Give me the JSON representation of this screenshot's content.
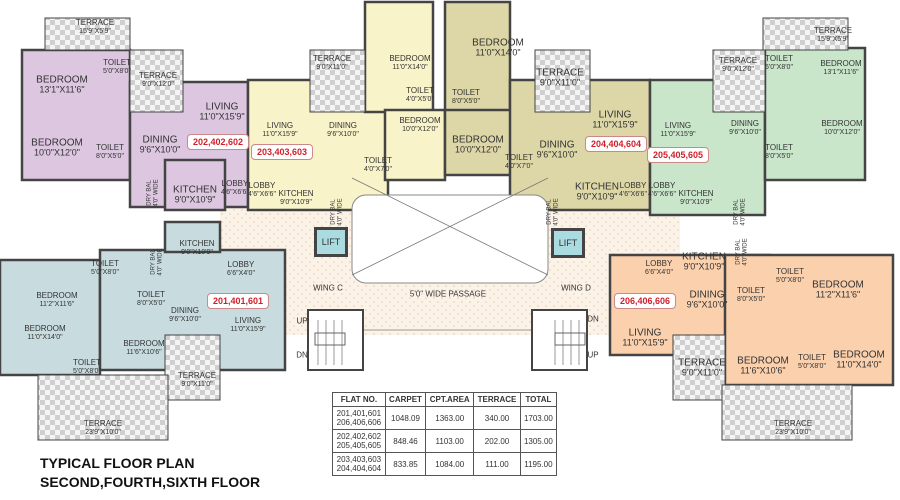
{
  "title": {
    "line1": "TYPICAL FLOOR PLAN",
    "line2": "SECOND,FOURTH,SIXTH FLOOR"
  },
  "colors": {
    "flat_201": "#c8dcdf",
    "flat_202": "#dcc6e0",
    "flat_203": "#f8f3c8",
    "flat_204": "#ddd6a6",
    "flat_205": "#c9e6cb",
    "flat_206": "#fad0ad",
    "passage": "#fbf0e2",
    "flat_no_text": "#d0202a",
    "lift": "#a9dbe0",
    "wall": "#444444"
  },
  "flats": [
    {
      "label": "202,402,602",
      "rooms": [
        {
          "name": "TERRACE",
          "size": "15'9\"X5'9\""
        },
        {
          "name": "TOILET",
          "size": "5'0\"X8'0\""
        },
        {
          "name": "TERRACE",
          "size": "9'0\"X12'0\""
        },
        {
          "name": "BEDROOM",
          "size": "13'1\"X11'6\""
        },
        {
          "name": "LIVING",
          "size": "11'0\"X15'9\""
        },
        {
          "name": "BEDROOM",
          "size": "10'0\"X12'0\""
        },
        {
          "name": "TOILET",
          "size": "8'0\"X5'0\""
        },
        {
          "name": "DINING",
          "size": "9'6\"X10'0\""
        },
        {
          "name": "KITCHEN",
          "size": "9'0\"X10'9\""
        },
        {
          "name": "LOBBY",
          "size": "4'6\"X6'6\""
        }
      ]
    },
    {
      "label": "203,403,603",
      "rooms": [
        {
          "name": "LIVING",
          "size": "11'0\"X15'9\""
        },
        {
          "name": "DINING",
          "size": "9'6\"X10'0\""
        },
        {
          "name": "TERRACE",
          "size": "9'0\"X11'0\""
        },
        {
          "name": "BEDROOM",
          "size": "11'0\"X14'0\""
        },
        {
          "name": "TOILET",
          "size": "4'0\"X5'0\""
        },
        {
          "name": "BEDROOM",
          "size": "10'0\"X12'0\""
        },
        {
          "name": "TOILET",
          "size": "4'0\"X7'0\""
        },
        {
          "name": "LOBBY",
          "size": "4'6\"X6'6\""
        },
        {
          "name": "KITCHEN",
          "size": "9'0\"X10'9\""
        }
      ]
    },
    {
      "label": "204,404,604",
      "rooms": [
        {
          "name": "BEDROOM",
          "size": "11'0\"X14'0\""
        },
        {
          "name": "TOILET",
          "size": "8'0\"X5'0\""
        },
        {
          "name": "TERRACE",
          "size": "9'0\"X11'0\""
        },
        {
          "name": "BEDROOM",
          "size": "10'0\"X12'0\""
        },
        {
          "name": "TOILET",
          "size": "4'0\"X7'0\""
        },
        {
          "name": "DINING",
          "size": "9'6\"X10'0\""
        },
        {
          "name": "LIVING",
          "size": "11'0\"X15'9\""
        },
        {
          "name": "KITCHEN",
          "size": "9'0\"X10'9\""
        },
        {
          "name": "LOBBY",
          "size": "4'6\"X6'6\""
        }
      ]
    },
    {
      "label": "205,405,605",
      "rooms": [
        {
          "name": "TERRACE",
          "size": "15'9\"X5'9\""
        },
        {
          "name": "TOILET",
          "size": "5'0\"X8'0\""
        },
        {
          "name": "TERRACE",
          "size": "9'0\"X12'0\""
        },
        {
          "name": "BEDROOM",
          "size": "13'1\"X11'6\""
        },
        {
          "name": "LIVING",
          "size": "11'0\"X15'9\""
        },
        {
          "name": "DINING",
          "size": "9'6\"X10'0\""
        },
        {
          "name": "BEDROOM",
          "size": "10'0\"X12'0\""
        },
        {
          "name": "TOILET",
          "size": "8'0\"X5'0\""
        },
        {
          "name": "LOBBY",
          "size": "4'6\"X6'6\""
        },
        {
          "name": "KITCHEN",
          "size": "9'0\"X10'9\""
        }
      ]
    },
    {
      "label": "201,401,601",
      "rooms": [
        {
          "name": "KITCHEN",
          "size": "9'0\"X10'9\""
        },
        {
          "name": "LOBBY",
          "size": "6'6\"X4'0\""
        },
        {
          "name": "TOILET",
          "size": "5'0\"X8'0\""
        },
        {
          "name": "TOILET",
          "size": "8'0\"X5'0\""
        },
        {
          "name": "BEDROOM",
          "size": "11'2\"X11'6\""
        },
        {
          "name": "DINING",
          "size": "9'6\"X10'0\""
        },
        {
          "name": "LIVING",
          "size": "11'0\"X15'9\""
        },
        {
          "name": "BEDROOM",
          "size": "11'0\"X14'0\""
        },
        {
          "name": "BEDROOM",
          "size": "11'6\"X10'6\""
        },
        {
          "name": "TOILET",
          "size": "5'0\"X8'0\""
        },
        {
          "name": "TERRACE",
          "size": "9'0\"X11'0\""
        },
        {
          "name": "TERRACE",
          "size": "23'9\"X10'0\""
        }
      ]
    },
    {
      "label": "206,406,606",
      "rooms": [
        {
          "name": "LOBBY",
          "size": "6'6\"X4'0\""
        },
        {
          "name": "KITCHEN",
          "size": "9'0\"X10'9\""
        },
        {
          "name": "DINING",
          "size": "9'6\"X10'0\""
        },
        {
          "name": "TOILET",
          "size": "8'0\"X5'0\""
        },
        {
          "name": "TOILET",
          "size": "5'0\"X8'0\""
        },
        {
          "name": "BEDROOM",
          "size": "11'2\"X11'6\""
        },
        {
          "name": "LIVING",
          "size": "11'0\"X15'9\""
        },
        {
          "name": "TERRACE",
          "size": "9'0\"X11'0\""
        },
        {
          "name": "BEDROOM",
          "size": "11'6\"X10'6\""
        },
        {
          "name": "TOILET",
          "size": "5'0\"X8'0\""
        },
        {
          "name": "BEDROOM",
          "size": "11'0\"X14'0\""
        },
        {
          "name": "TERRACE",
          "size": "23'9\"X10'0\""
        }
      ]
    }
  ],
  "common": {
    "lift": "LIFT",
    "wing_c": "WING C",
    "wing_d": "WING D",
    "passage": "5'0\" WIDE PASSAGE",
    "up": "UP",
    "dn": "DN",
    "dry_bal": "DRY BAL",
    "dry_bal_size": "4'0\" WIDE"
  },
  "area_table": {
    "headers": [
      "FLAT NO.",
      "CARPET",
      "CPT.AREA",
      "TERRACE",
      "TOTAL"
    ],
    "rows": [
      {
        "flats_a": "201,401,601",
        "flats_b": "206,406,606",
        "carpet": "1048.09",
        "cpt_area": "1363.00",
        "terrace": "340.00",
        "total": "1703.00"
      },
      {
        "flats_a": "202,402,602",
        "flats_b": "205,405,605",
        "carpet": "848.46",
        "cpt_area": "1103.00",
        "terrace": "202.00",
        "total": "1305.00"
      },
      {
        "flats_a": "203,403,603",
        "flats_b": "204,404,604",
        "carpet": "833.85",
        "cpt_area": "1084.00",
        "terrace": "111.00",
        "total": "1195.00"
      }
    ]
  }
}
